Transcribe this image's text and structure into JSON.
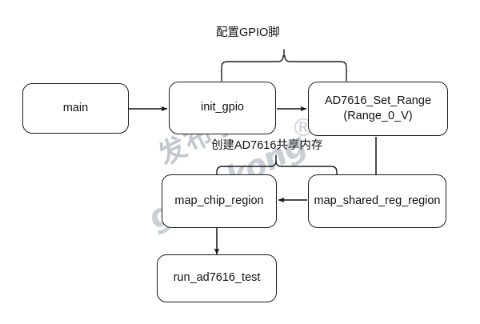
{
  "diagram": {
    "title_label": "配置GPIO脚",
    "mid_label": "创建AD7616共享内存",
    "nodes": [
      {
        "id": "main",
        "label": "main"
      },
      {
        "id": "init_gpio",
        "label": "init_gpio"
      },
      {
        "id": "ad7616_set_range",
        "label": "AD7616_Set_Range\n(Range_0_V)"
      },
      {
        "id": "map_chip_region",
        "label": "map_chip_region"
      },
      {
        "id": "map_shared_reg_region",
        "label": "map_shared_reg_region"
      },
      {
        "id": "run_ad7616_test",
        "label": "run_ad7616_test"
      }
    ],
    "colors": {
      "stroke": "#1a1a1a",
      "background": "#ffffff",
      "text": "#111111",
      "watermark": "#c3cbd4"
    }
  },
  "watermark": {
    "cn_text": "发布于",
    "en_text": "gongkong",
    "registered_mark": "®"
  }
}
